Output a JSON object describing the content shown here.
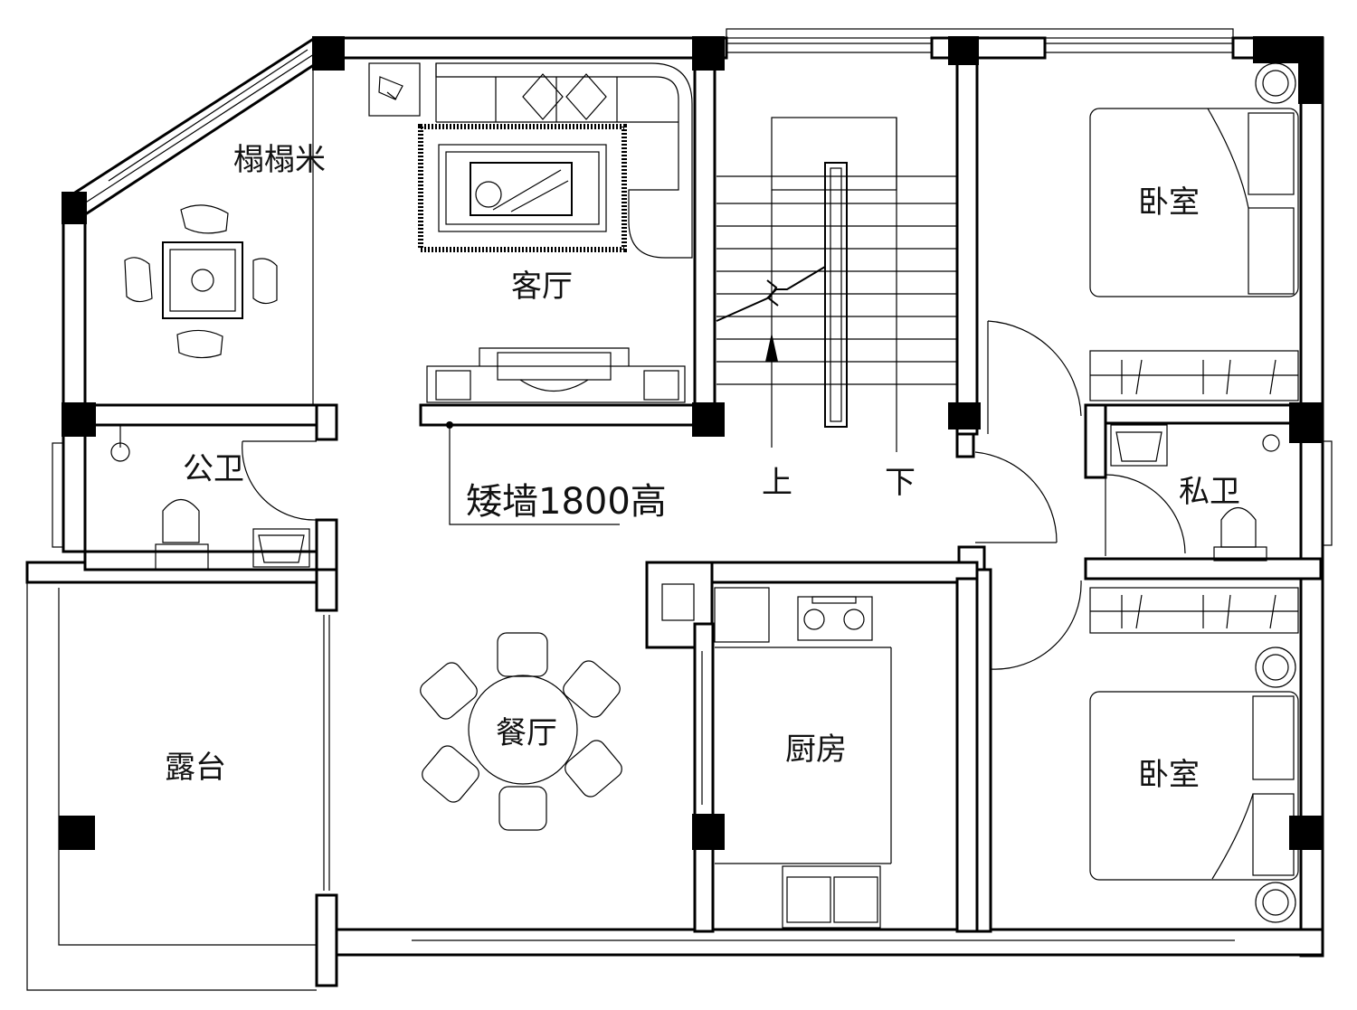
{
  "rooms": {
    "tatami": "榻榻米",
    "living_room": "客厅",
    "bedroom_top": "卧室",
    "public_bath": "公卫",
    "private_bath": "私卫",
    "dining_room": "餐厅",
    "kitchen": "厨房",
    "terrace": "露台",
    "bedroom_bottom": "卧室"
  },
  "stairs": {
    "up": "上",
    "down": "下"
  },
  "annotation": {
    "low_wall": "矮墙1800高"
  }
}
